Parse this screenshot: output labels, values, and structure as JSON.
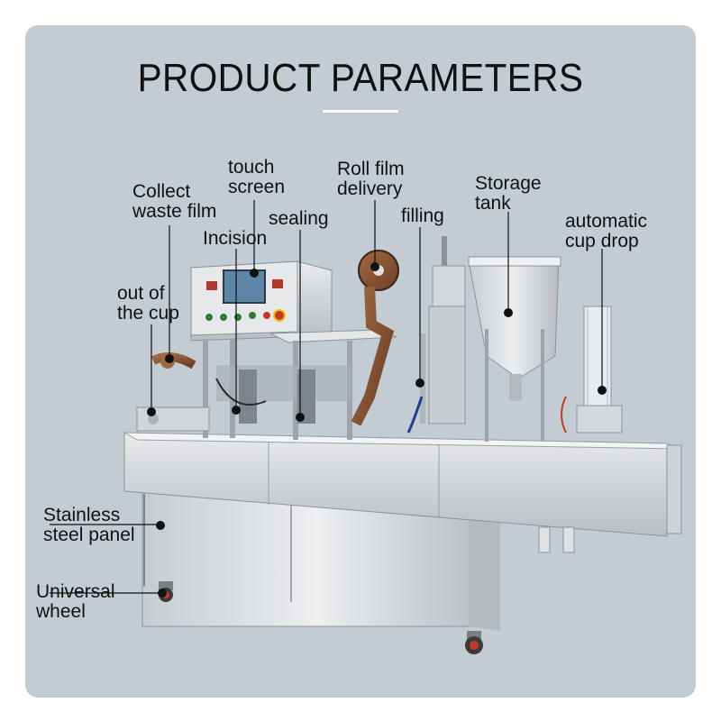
{
  "title": "PRODUCT PARAMETERS",
  "labels": {
    "touch_screen": [
      "touch",
      "screen"
    ],
    "roll_film": [
      "Roll film",
      "delivery"
    ],
    "collect_waste": [
      "Collect",
      "waste film"
    ],
    "sealing": "sealing",
    "storage_tank": [
      "Storage",
      "tank"
    ],
    "filling": "filling",
    "incision": "Incision",
    "automatic_cup_drop": [
      "automatic",
      "cup drop"
    ],
    "out_of_cup": [
      "out of",
      "the cup"
    ],
    "stainless_panel": [
      "Stainless",
      "steel panel"
    ],
    "universal_wheel": [
      "Universal",
      "wheel"
    ]
  },
  "colors": {
    "background": "#c4ccd3",
    "steel": "#d9dcdf",
    "steel_dark": "#9ea4aa",
    "text": "#111111",
    "marker": "#111111"
  }
}
